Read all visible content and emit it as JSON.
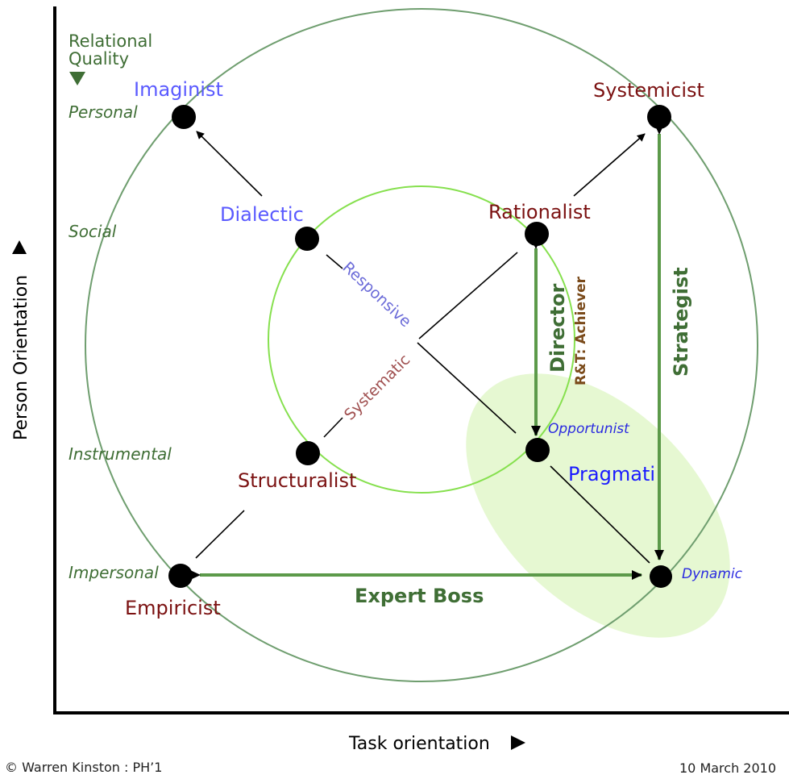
{
  "axes": {
    "y_label": "Person Orientation",
    "x_label": "Task orientation"
  },
  "relational_quality": {
    "line1": "Relational",
    "line2": "Quality"
  },
  "levels": {
    "personal": "Personal",
    "social": "Social",
    "instrumental": "Instrumental",
    "impersonal": "Impersonal"
  },
  "nodes": {
    "imaginist": "Imaginist",
    "systemicist": "Systemicist",
    "dialectic": "Dialectic",
    "rationalist": "Rationalist",
    "structuralist": "Structuralist",
    "pragmati": "Pragmati",
    "empiricist": "Empiricist"
  },
  "qualifiers": {
    "opportunist": "Opportunist",
    "dynamic": "Dynamic",
    "responsive": "Responsive",
    "systematic": "Systematic"
  },
  "roles": {
    "director": "Director",
    "achiever": "R&T: Achiever",
    "strategist": "Strategist",
    "expert_boss": "Expert Boss"
  },
  "footer": {
    "copyright": "© Warren Kinston : PH’1",
    "date": "10 March 2010"
  },
  "colors": {
    "dark_red": "#7b1111",
    "blue": "#5a5aff",
    "green": "#3f6e35",
    "light_green": "#7be04a",
    "ellipse_fill": "#e6f8d2"
  }
}
